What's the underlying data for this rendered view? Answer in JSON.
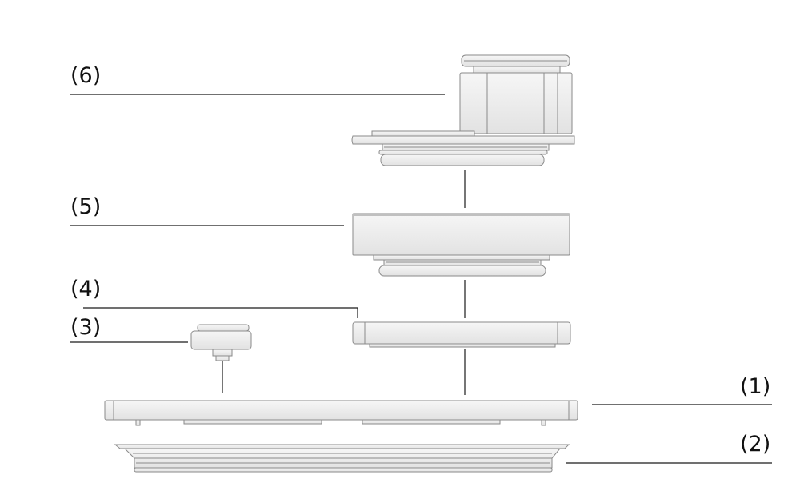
{
  "labels": {
    "part_1": "(1)",
    "part_2": "(2)",
    "part_3": "(3)",
    "part_4": "(4)",
    "part_5": "(5)",
    "part_6": "(6)"
  },
  "colors": {
    "part_fill": "#ececec",
    "part_stroke": "#8a8a8a",
    "leader_line": "#1a1a1a"
  }
}
